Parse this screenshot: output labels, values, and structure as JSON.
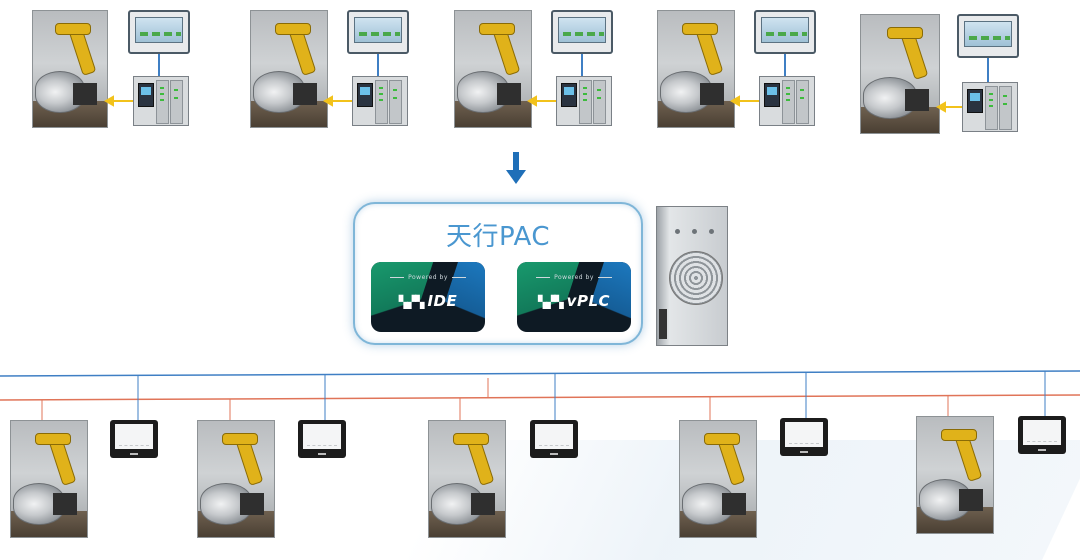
{
  "pac": {
    "title": "天行PAC",
    "badges": [
      {
        "powered_by": "Powered by",
        "name": "IDE"
      },
      {
        "powered_by": "Powered by",
        "name": "vPLC"
      }
    ]
  },
  "colors": {
    "blue_line": "#3f7fc4",
    "red_line": "#e07458",
    "yellow_arrow": "#f2c21b",
    "down_arrow": "#1f6fb8",
    "pac_title": "#4a97d0",
    "pac_border": "#7fb6d8"
  },
  "icons": {
    "down_arrow": "arrow-down-icon"
  }
}
